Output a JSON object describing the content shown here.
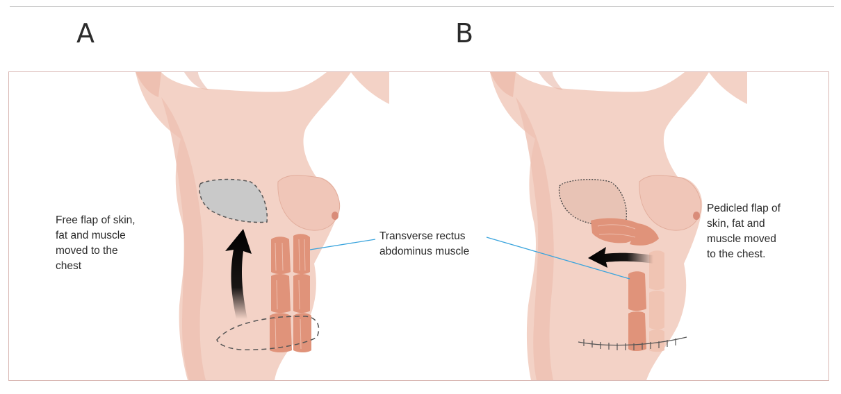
{
  "panels": [
    {
      "letter": "A",
      "caption": "Free flap of skin,\nfat and muscle\nmoved to the\nchest"
    },
    {
      "letter": "B",
      "caption": "Pedicled flap of\nskin, fat and\nmuscle moved\nto the chest."
    }
  ],
  "center_label": "Transverse rectus\nabdominus muscle",
  "colors": {
    "skin": "#f3d2c6",
    "skin_shadow": "#e7b7a8",
    "muscle": "#e0937a",
    "leader_line": "#3aa4dd",
    "frame_border": "#d9b6b2",
    "flap_gray": "#c9c9c9"
  },
  "icons": [
    "arrow-up-icon",
    "arrow-left-icon"
  ]
}
